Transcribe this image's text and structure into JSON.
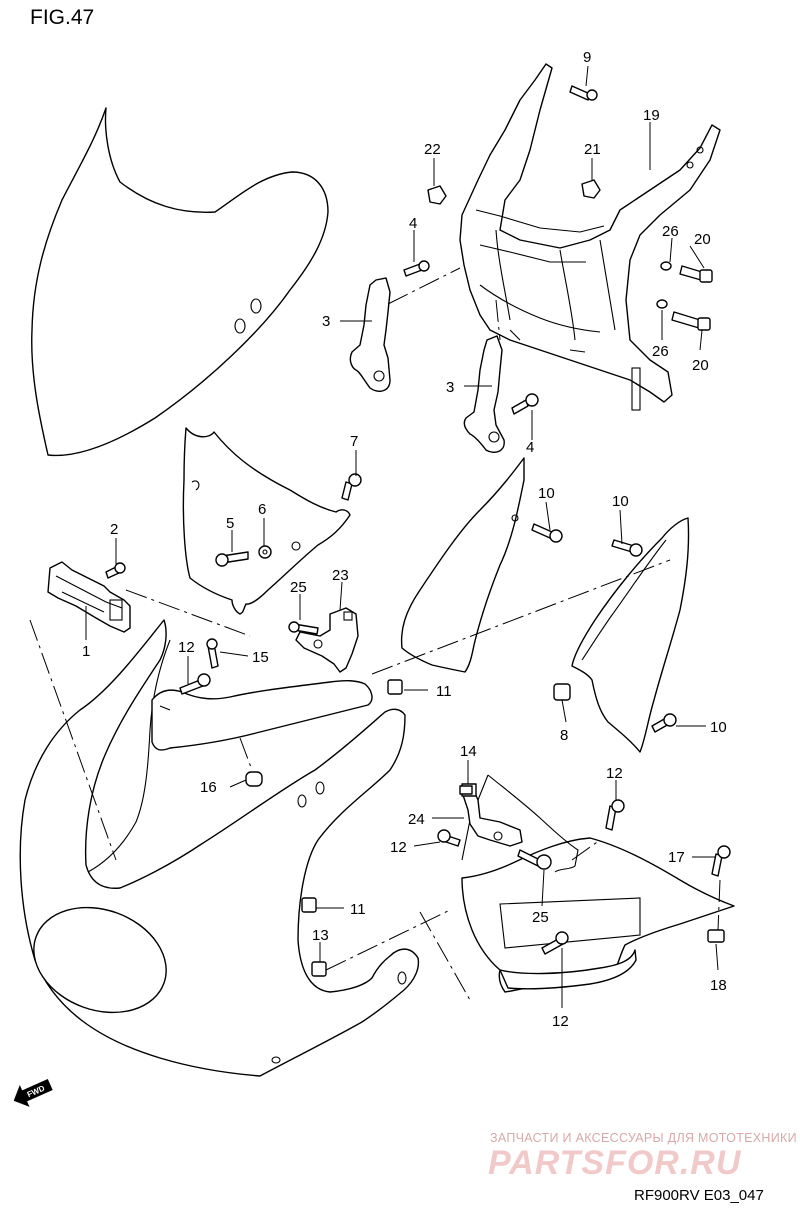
{
  "figure": {
    "title": "FIG.47",
    "reference": "RF900RV E03_047",
    "direction_label": "FWD"
  },
  "watermark": {
    "caption": "ЗАПЧАСТИ И АКСЕССУАРЫ ДЛЯ МОТОТЕХНИКИ",
    "brand": "PARTSFOR.RU",
    "brand_color": "#e8a7a7"
  },
  "callouts": {
    "c1": "1",
    "c2": "2",
    "c3a": "3",
    "c3b": "3",
    "c4a": "4",
    "c4b": "4",
    "c5": "5",
    "c6": "6",
    "c7": "7",
    "c8": "8",
    "c9": "9",
    "c10a": "10",
    "c10b": "10",
    "c10c": "10",
    "c11a": "11",
    "c11b": "11",
    "c12a": "12",
    "c12b": "12",
    "c12c": "12",
    "c12d": "12",
    "c13": "13",
    "c14": "14",
    "c15": "15",
    "c16": "16",
    "c17": "17",
    "c18": "18",
    "c19": "19",
    "c20a": "20",
    "c20b": "20",
    "c21": "21",
    "c22": "22",
    "c23": "23",
    "c24": "24",
    "c25a": "25",
    "c25b": "25",
    "c26a": "26",
    "c26b": "26"
  }
}
